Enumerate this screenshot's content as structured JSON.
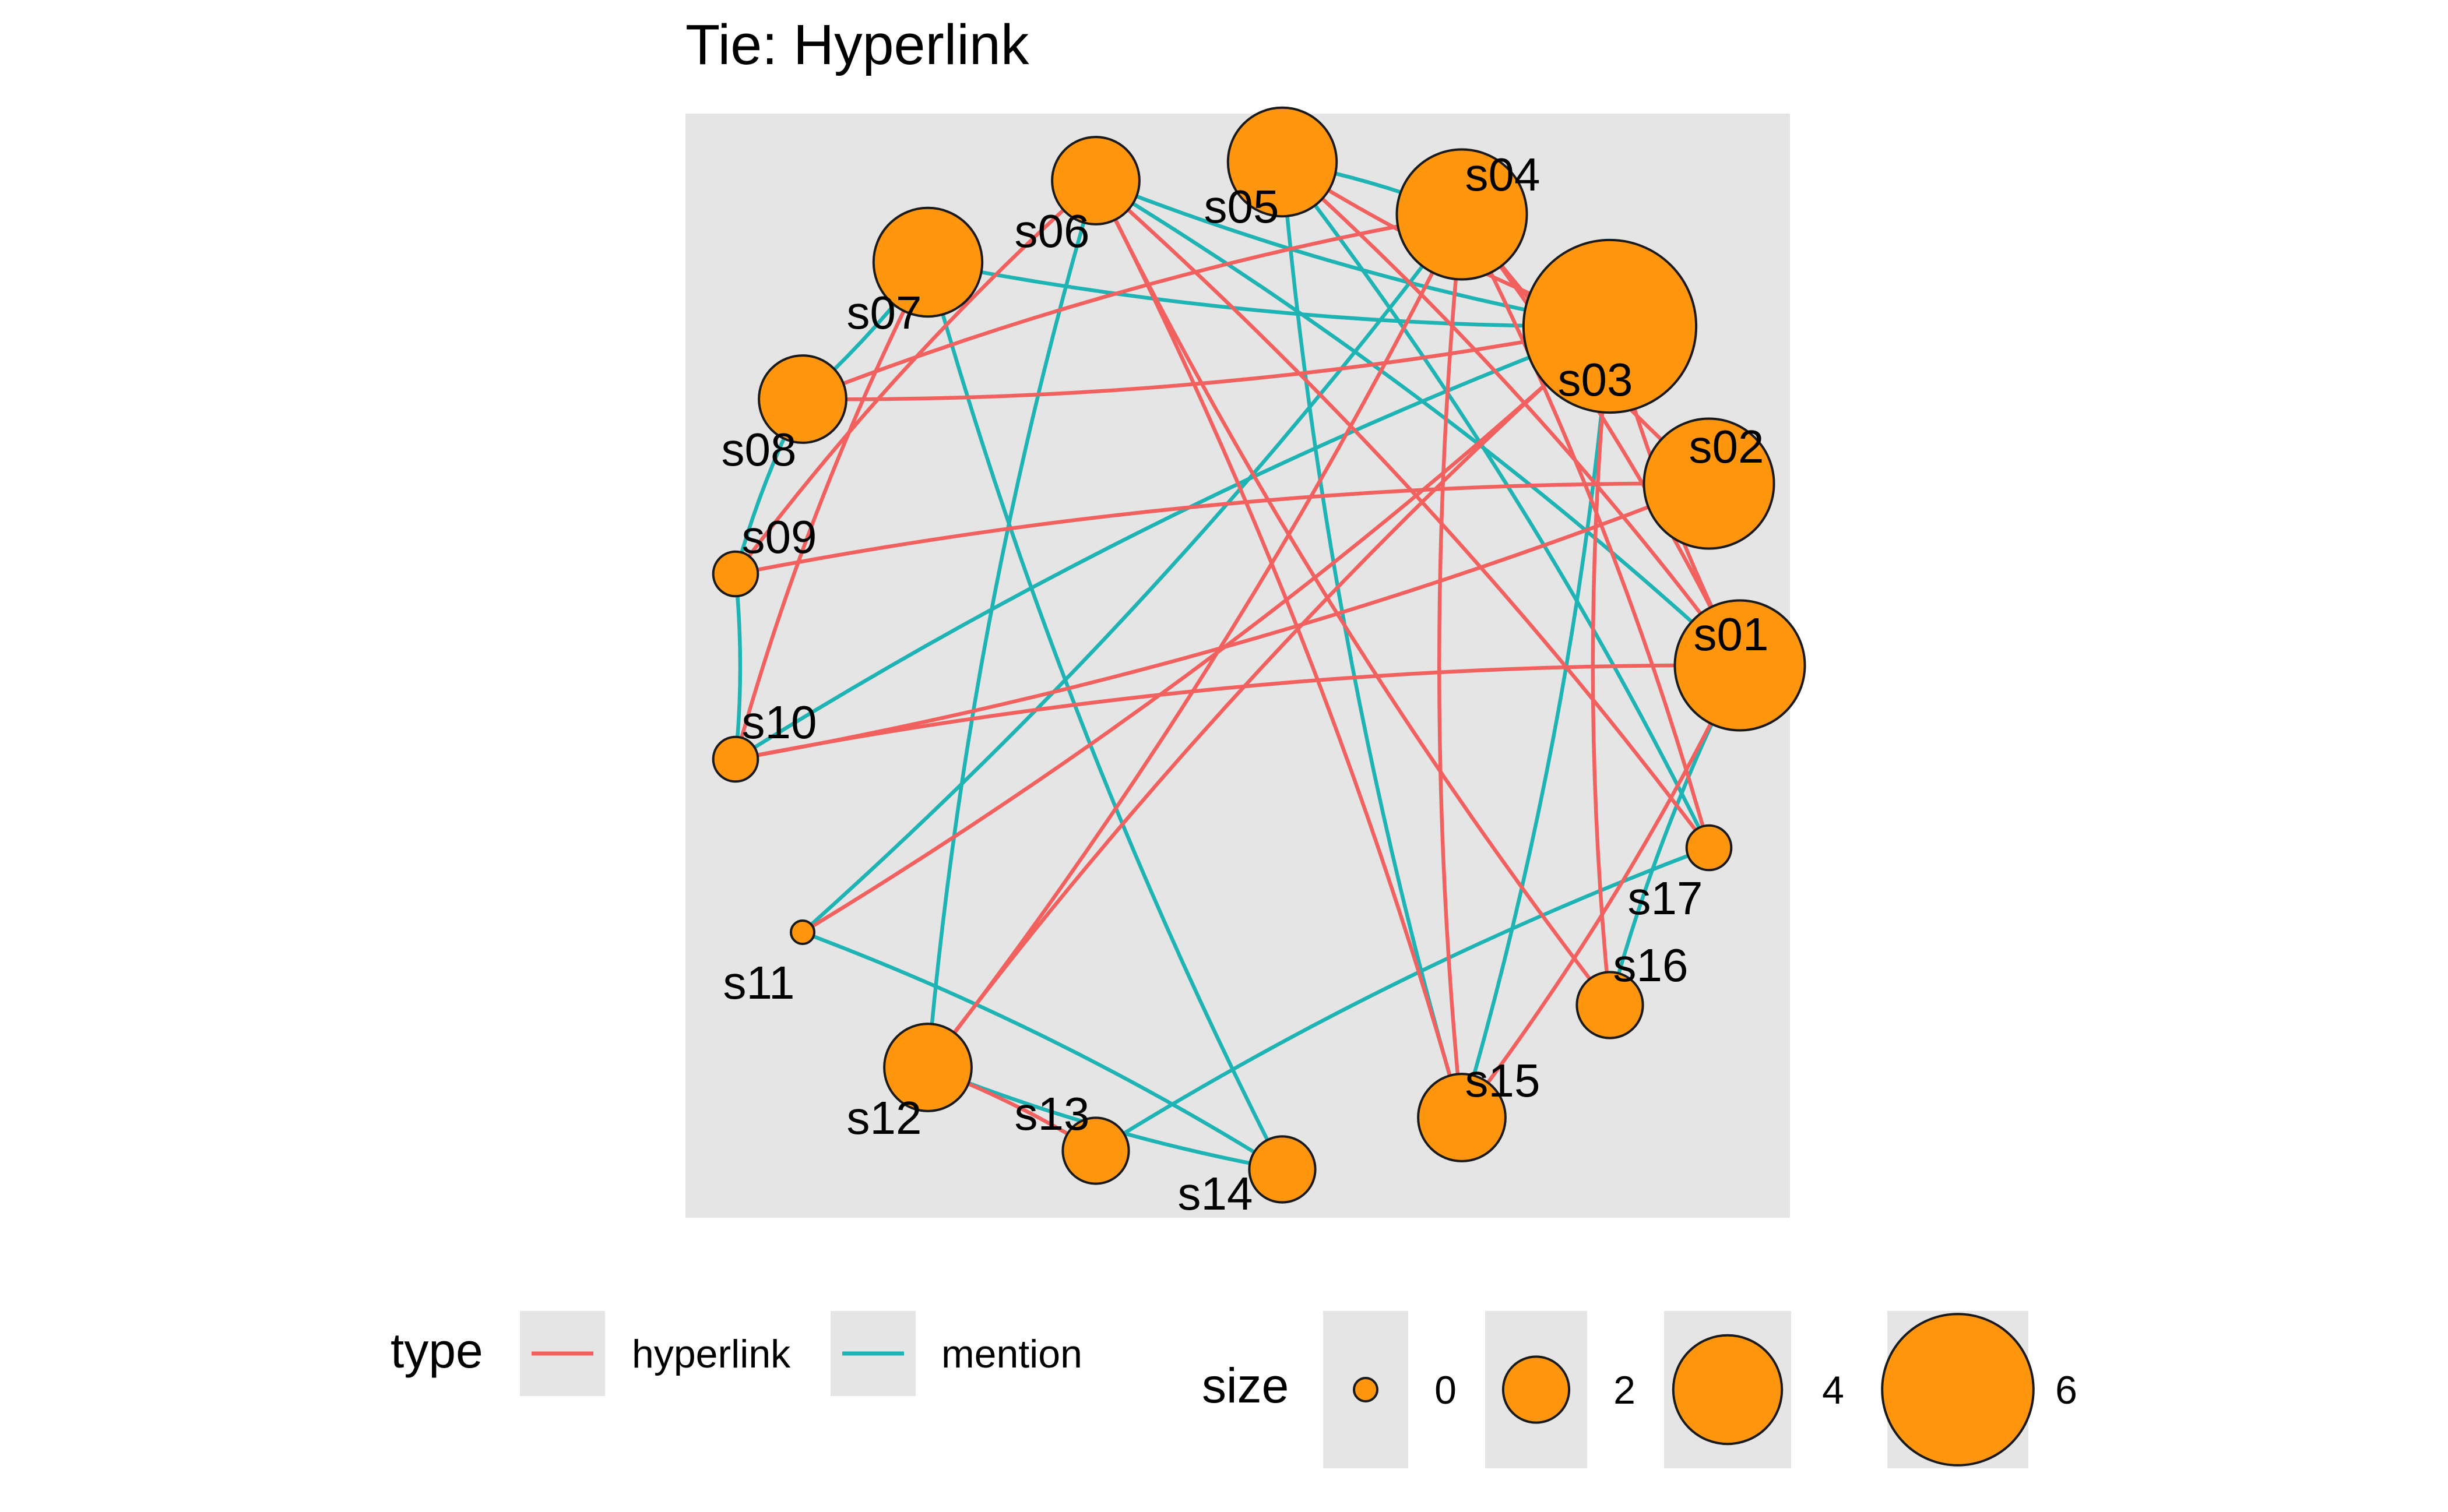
{
  "title": "Tie: Hyperlink",
  "colors": {
    "panel_bg": "#e5e5e5",
    "hyperlink": "#f0615f",
    "mention": "#1fb3b3",
    "node_fill": "#ff960e",
    "node_stroke": "#1a1a1a"
  },
  "nodes": [
    {
      "id": "s01",
      "label": "s01",
      "size": 5,
      "pos": "right"
    },
    {
      "id": "s02",
      "label": "s02",
      "size": 5,
      "pos": "upper-right"
    },
    {
      "id": "s03",
      "label": "s03",
      "size": 7,
      "pos": "upper-right"
    },
    {
      "id": "s04",
      "label": "s04",
      "size": 5,
      "pos": "top-right"
    },
    {
      "id": "s05",
      "label": "s05",
      "size": 4,
      "pos": "top"
    },
    {
      "id": "s06",
      "label": "s06",
      "size": 3,
      "pos": "top-left"
    },
    {
      "id": "s07",
      "label": "s07",
      "size": 4,
      "pos": "upper-left"
    },
    {
      "id": "s08",
      "label": "s08",
      "size": 3,
      "pos": "left"
    },
    {
      "id": "s09",
      "label": "s09",
      "size": 1,
      "pos": "left"
    },
    {
      "id": "s10",
      "label": "s10",
      "size": 1,
      "pos": "left"
    },
    {
      "id": "s11",
      "label": "s11",
      "size": 0,
      "pos": "lower-left"
    },
    {
      "id": "s12",
      "label": "s12",
      "size": 3,
      "pos": "lower-left"
    },
    {
      "id": "s13",
      "label": "s13",
      "size": 2,
      "pos": "bottom"
    },
    {
      "id": "s14",
      "label": "s14",
      "size": 2,
      "pos": "bottom"
    },
    {
      "id": "s15",
      "label": "s15",
      "size": 3,
      "pos": "bottom-right"
    },
    {
      "id": "s16",
      "label": "s16",
      "size": 2,
      "pos": "lower-right"
    },
    {
      "id": "s17",
      "label": "s17",
      "size": 1,
      "pos": "right"
    }
  ],
  "edges": [
    {
      "from": "s06",
      "to": "s03",
      "type": "mention"
    },
    {
      "from": "s05",
      "to": "s04",
      "type": "mention"
    },
    {
      "from": "s07",
      "to": "s03",
      "type": "mention"
    },
    {
      "from": "s07",
      "to": "s08",
      "type": "mention"
    },
    {
      "from": "s08",
      "to": "s09",
      "type": "mention"
    },
    {
      "from": "s09",
      "to": "s10",
      "type": "mention"
    },
    {
      "from": "s06",
      "to": "s12",
      "type": "mention"
    },
    {
      "from": "s06",
      "to": "s01",
      "type": "mention"
    },
    {
      "from": "s05",
      "to": "s15",
      "type": "mention"
    },
    {
      "from": "s05",
      "to": "s17",
      "type": "mention"
    },
    {
      "from": "s07",
      "to": "s14",
      "type": "mention"
    },
    {
      "from": "s04",
      "to": "s11",
      "type": "mention"
    },
    {
      "from": "s03",
      "to": "s10",
      "type": "mention"
    },
    {
      "from": "s11",
      "to": "s14",
      "type": "mention"
    },
    {
      "from": "s12",
      "to": "s14",
      "type": "mention"
    },
    {
      "from": "s13",
      "to": "s17",
      "type": "mention"
    },
    {
      "from": "s01",
      "to": "s16",
      "type": "mention"
    },
    {
      "from": "s03",
      "to": "s15",
      "type": "mention"
    },
    {
      "from": "s05",
      "to": "s03",
      "type": "hyperlink"
    },
    {
      "from": "s05",
      "to": "s01",
      "type": "hyperlink"
    },
    {
      "from": "s04",
      "to": "s02",
      "type": "hyperlink"
    },
    {
      "from": "s04",
      "to": "s01",
      "type": "hyperlink"
    },
    {
      "from": "s03",
      "to": "s01",
      "type": "hyperlink"
    },
    {
      "from": "s03",
      "to": "s08",
      "type": "hyperlink"
    },
    {
      "from": "s04",
      "to": "s08",
      "type": "hyperlink"
    },
    {
      "from": "s04",
      "to": "s12",
      "type": "hyperlink"
    },
    {
      "from": "s04",
      "to": "s15",
      "type": "hyperlink"
    },
    {
      "from": "s04",
      "to": "s17",
      "type": "hyperlink"
    },
    {
      "from": "s03",
      "to": "s12",
      "type": "hyperlink"
    },
    {
      "from": "s03",
      "to": "s11",
      "type": "hyperlink"
    },
    {
      "from": "s02",
      "to": "s09",
      "type": "hyperlink"
    },
    {
      "from": "s02",
      "to": "s10",
      "type": "hyperlink"
    },
    {
      "from": "s01",
      "to": "s10",
      "type": "hyperlink"
    },
    {
      "from": "s01",
      "to": "s15",
      "type": "hyperlink"
    },
    {
      "from": "s06",
      "to": "s09",
      "type": "hyperlink"
    },
    {
      "from": "s06",
      "to": "s15",
      "type": "hyperlink"
    },
    {
      "from": "s06",
      "to": "s16",
      "type": "hyperlink"
    },
    {
      "from": "s06",
      "to": "s17",
      "type": "hyperlink"
    },
    {
      "from": "s07",
      "to": "s10",
      "type": "hyperlink"
    },
    {
      "from": "s12",
      "to": "s13",
      "type": "hyperlink"
    },
    {
      "from": "s03",
      "to": "s16",
      "type": "hyperlink"
    }
  ],
  "legend_type": {
    "title": "type",
    "items": [
      {
        "key": "hyperlink",
        "label": "hyperlink"
      },
      {
        "key": "mention",
        "label": "mention"
      }
    ]
  },
  "legend_size": {
    "title": "size",
    "items": [
      {
        "value": 0,
        "label": "0"
      },
      {
        "value": 2,
        "label": "2"
      },
      {
        "value": 4,
        "label": "4"
      },
      {
        "value": 6,
        "label": "6"
      }
    ]
  }
}
